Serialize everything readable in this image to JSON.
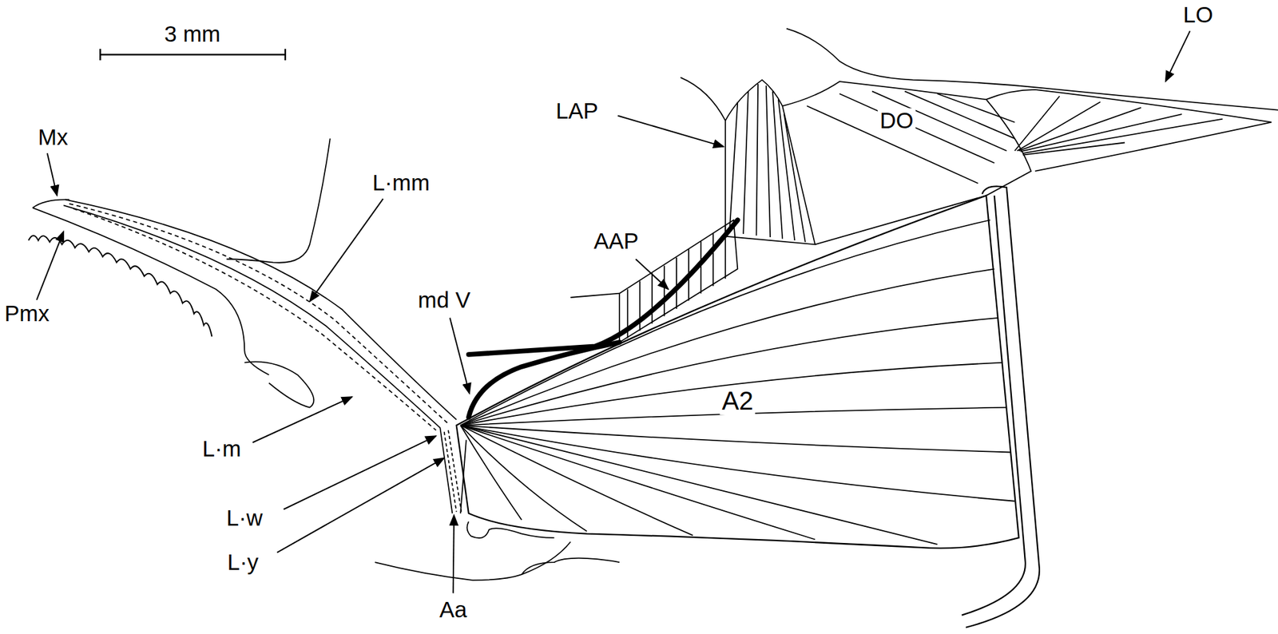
{
  "diagram": {
    "labels": [
      "3 mm",
      "Mx",
      "Pmx",
      "L·mm",
      "L·m",
      "L·w",
      "L·y",
      "Aa",
      "md V",
      "LAP",
      "AAP",
      "DO",
      "LO",
      "A2"
    ]
  }
}
